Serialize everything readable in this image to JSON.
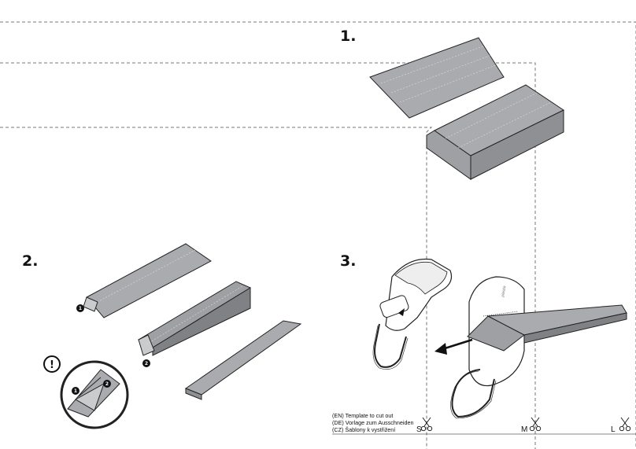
{
  "steps": {
    "step1": "1.",
    "step2": "2.",
    "step3": "3."
  },
  "part2_callouts": {
    "a": "1",
    "b": "2"
  },
  "detail": {
    "warning_symbol": "!",
    "callout_a": "1",
    "callout_b": "2"
  },
  "device_brand": "plastia",
  "template_note": {
    "en": "(EN) Template to cut out",
    "de": "(DE) Vorlage zum Ausschneiden",
    "cz": "(CZ) Šablony k vystřižení"
  },
  "sizes": {
    "small": "S",
    "medium": "M",
    "large": "L"
  },
  "colors": {
    "sheet": "#a9abae",
    "sheet_dark": "#8e9093",
    "ink": "#222222",
    "dash": "#777777"
  },
  "icons": [
    "scissors-icon",
    "warning-icon",
    "arrow-left-icon"
  ]
}
